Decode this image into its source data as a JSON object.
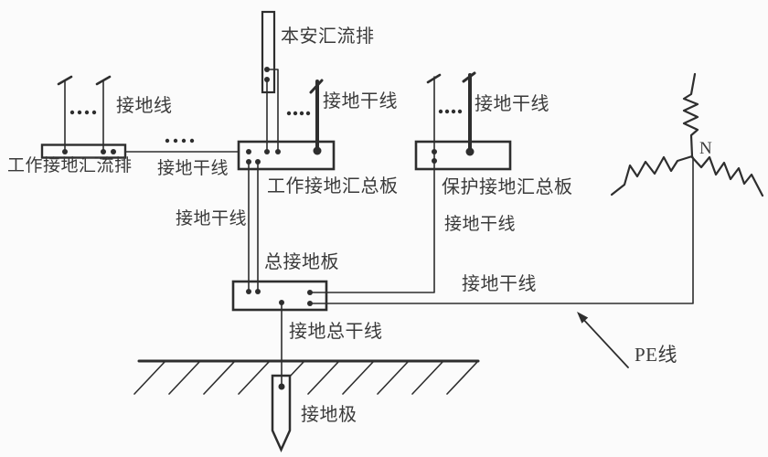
{
  "diagram": {
    "type": "grounding-system-schematic",
    "labels": {
      "intrinsic_safety_busbar": "本安汇流排",
      "grounding_wire": "接地线",
      "working_grounding_busbar": "工作接地汇流排",
      "grounding_trunk_left": "接地干线",
      "grounding_trunk_middle_top": "接地干线",
      "grounding_trunk_right_top": "接地干线",
      "grounding_trunk_middle_down": "接地干线",
      "grounding_trunk_right_down": "接地干线",
      "grounding_trunk_long": "接地干线",
      "working_grounding_board": "工作接地汇总板",
      "protective_grounding_board": "保护接地汇总板",
      "main_grounding_board": "总接地板",
      "main_grounding_trunk": "接地总干线",
      "grounding_electrode": "接地极",
      "pe_line": "PE线",
      "neutral_point": "N"
    },
    "colors": {
      "background": "#fbfbfb",
      "line": "#2e2e2e",
      "text": "#3a3a3a"
    }
  }
}
